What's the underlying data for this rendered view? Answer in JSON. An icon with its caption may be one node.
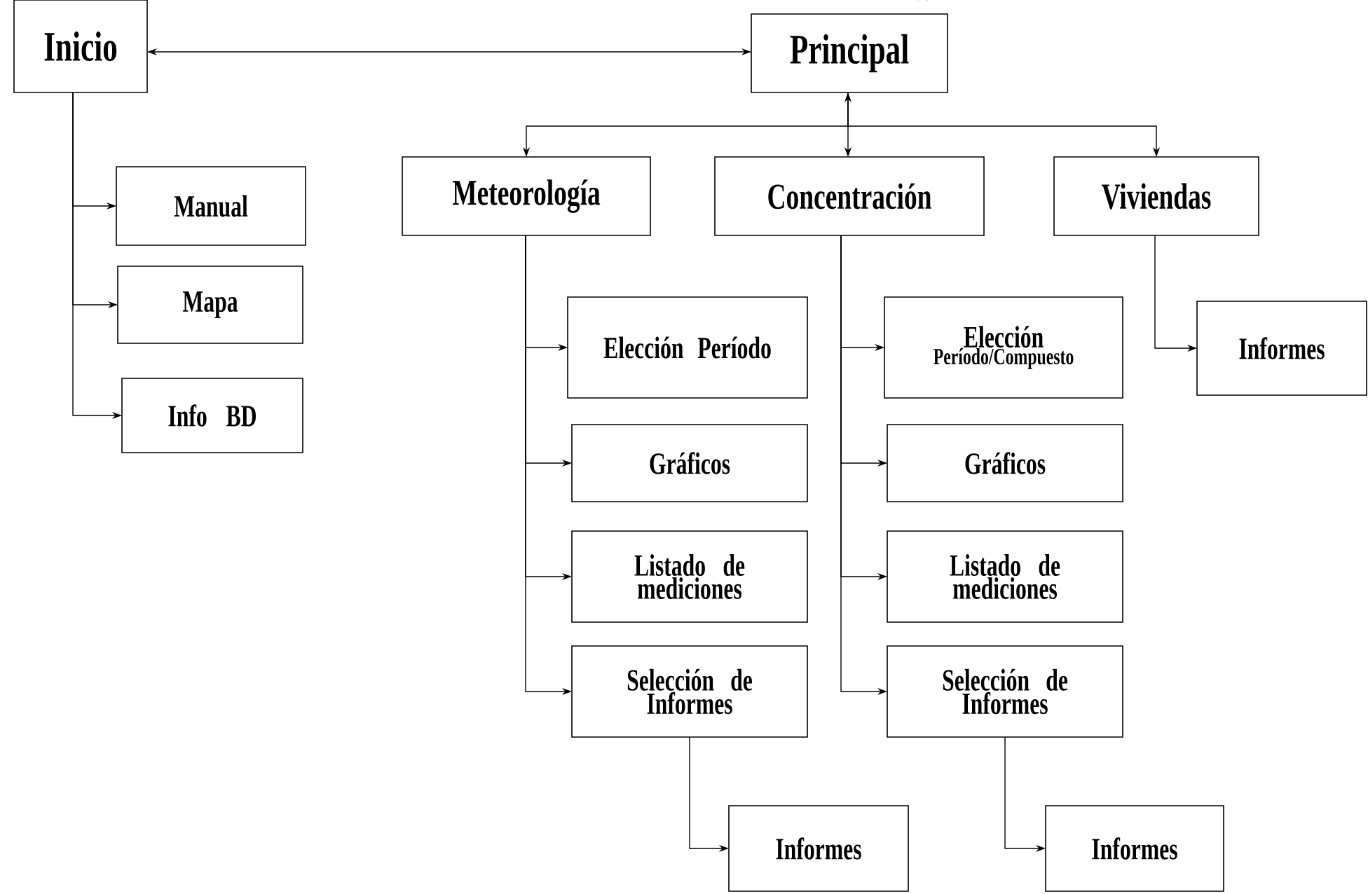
{
  "diagram": {
    "nodes": [
      {
        "text": [
          "Inicio"
        ]
      },
      {
        "text": [
          "Principal"
        ]
      },
      {
        "text": [
          "Manual"
        ]
      },
      {
        "text": [
          "Mapa"
        ]
      },
      {
        "text": [
          "Info BD"
        ]
      },
      {
        "text": [
          "Meteorología"
        ]
      },
      {
        "text": [
          "Concentración"
        ]
      },
      {
        "text": [
          "Viviendas"
        ]
      },
      {
        "text": [
          "Elección Período"
        ]
      },
      {
        "text": [
          "Gráficos"
        ]
      },
      {
        "text": [
          "Listado de mediciones"
        ]
      },
      {
        "text": [
          "Selección de Informes"
        ]
      },
      {
        "text": [
          "Informes"
        ]
      },
      {
        "text": [
          "Elección",
          "Período/Compuesto"
        ]
      },
      {
        "text": [
          "Gráficos"
        ]
      },
      {
        "text": [
          "Listado de mediciones"
        ]
      },
      {
        "text": [
          "Selección de Informes"
        ]
      },
      {
        "text": [
          "Informes"
        ]
      },
      {
        "text": [
          "Informes"
        ]
      }
    ],
    "edges": [
      {
        "from": 0,
        "to": 1,
        "arrow": "both"
      },
      {
        "from": 1,
        "to": 5,
        "arrow": "to"
      },
      {
        "from": 1,
        "to": 6,
        "arrow": "both"
      },
      {
        "from": 1,
        "to": 7,
        "arrow": "to"
      },
      {
        "from": 0,
        "to": 2,
        "arrow": "to"
      },
      {
        "from": 0,
        "to": 3,
        "arrow": "to"
      },
      {
        "from": 0,
        "to": 4,
        "arrow": "to"
      },
      {
        "from": 5,
        "to": 8,
        "arrow": "to"
      },
      {
        "from": 5,
        "to": 9,
        "arrow": "to"
      },
      {
        "from": 5,
        "to": 10,
        "arrow": "to"
      },
      {
        "from": 5,
        "to": 11,
        "arrow": "to"
      },
      {
        "from": 11,
        "to": 12,
        "arrow": "to"
      },
      {
        "from": 6,
        "to": 13,
        "arrow": "to"
      },
      {
        "from": 6,
        "to": 14,
        "arrow": "to"
      },
      {
        "from": 6,
        "to": 15,
        "arrow": "to"
      },
      {
        "from": 6,
        "to": 16,
        "arrow": "to"
      },
      {
        "from": 16,
        "to": 17,
        "arrow": "to"
      },
      {
        "from": 7,
        "to": 18,
        "arrow": "to"
      }
    ]
  }
}
